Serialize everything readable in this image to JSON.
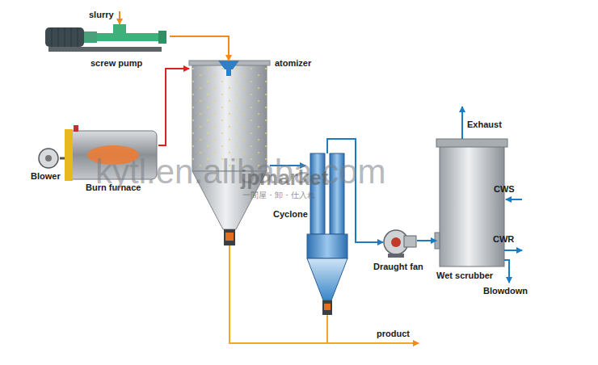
{
  "diagram": {
    "nodes": [
      {
        "text": [
          "screw pump"
        ]
      },
      {
        "text": [
          "Blower"
        ]
      },
      {
        "text": [
          "Burn furnace"
        ]
      },
      {
        "text": [
          "atomizer"
        ]
      },
      {
        "text": [
          "Cyclone"
        ]
      },
      {
        "text": [
          "Draught fan"
        ]
      },
      {
        "text": [
          "Wet scrubber"
        ]
      }
    ],
    "edges": [
      {
        "from": 0,
        "to": 3,
        "arrow": "to"
      },
      {
        "from": 2,
        "to": 3,
        "arrow": "to"
      },
      {
        "from": 1,
        "to": 2,
        "arrow": "none"
      },
      {
        "from": 3,
        "to": 4,
        "arrow": "to"
      },
      {
        "from": 4,
        "to": 5,
        "arrow": "to"
      },
      {
        "from": 5,
        "to": 6,
        "arrow": "to"
      }
    ],
    "labels": [
      "slurry",
      "product",
      "Exhaust",
      "CWS",
      "CWR",
      "Blowdown",
      "kytl.en.alibaba.com",
      "jpmarket",
      "一間屋・卸・仕入れ"
    ]
  }
}
